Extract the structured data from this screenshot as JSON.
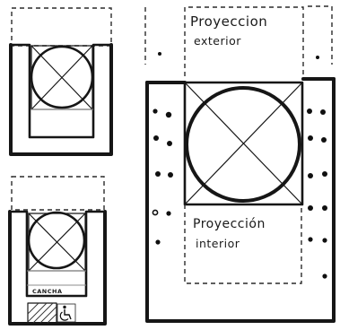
{
  "labels": {
    "exterior_line1": "Proyeccion",
    "exterior_line2": "exterior",
    "interior_line1": "Proyección",
    "interior_line2": "interior",
    "court": "CANCHA"
  },
  "icons": {
    "accessibility": "wheelchair-icon"
  },
  "colors": {
    "ink": "#161616",
    "paper": "#ffffff",
    "shade": "#8e8e8e"
  }
}
